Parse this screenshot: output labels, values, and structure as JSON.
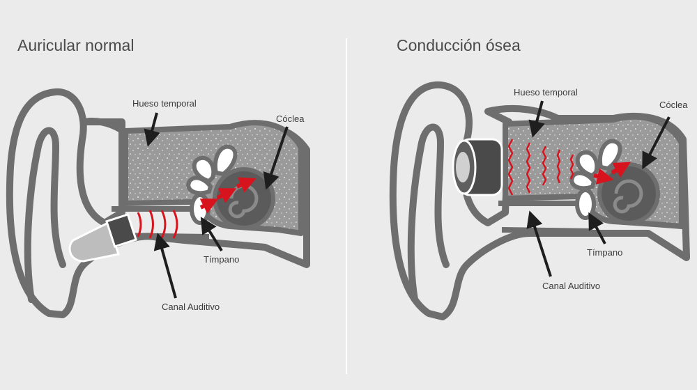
{
  "panels": {
    "left": {
      "title": "Auricular normal",
      "labels": {
        "temporal_bone": "Hueso temporal",
        "cochlea": "Cóclea",
        "eardrum": "Tímpano",
        "ear_canal": "Canal Auditivo"
      }
    },
    "right": {
      "title": "Conducción ósea",
      "labels": {
        "temporal_bone": "Hueso temporal",
        "cochlea": "Cóclea",
        "eardrum": "Tímpano",
        "ear_canal": "Canal Auditivo"
      }
    }
  },
  "colors": {
    "background": "#ebebeb",
    "outline": "#6e6e6e",
    "bone_fill": "#9a9a9a",
    "cochlea_fill": "#5b5b5b",
    "wave": "#d7141e",
    "arrow": "#1e1e1e",
    "device_dark": "#4a4a4a",
    "device_light": "#bdbdbd"
  }
}
